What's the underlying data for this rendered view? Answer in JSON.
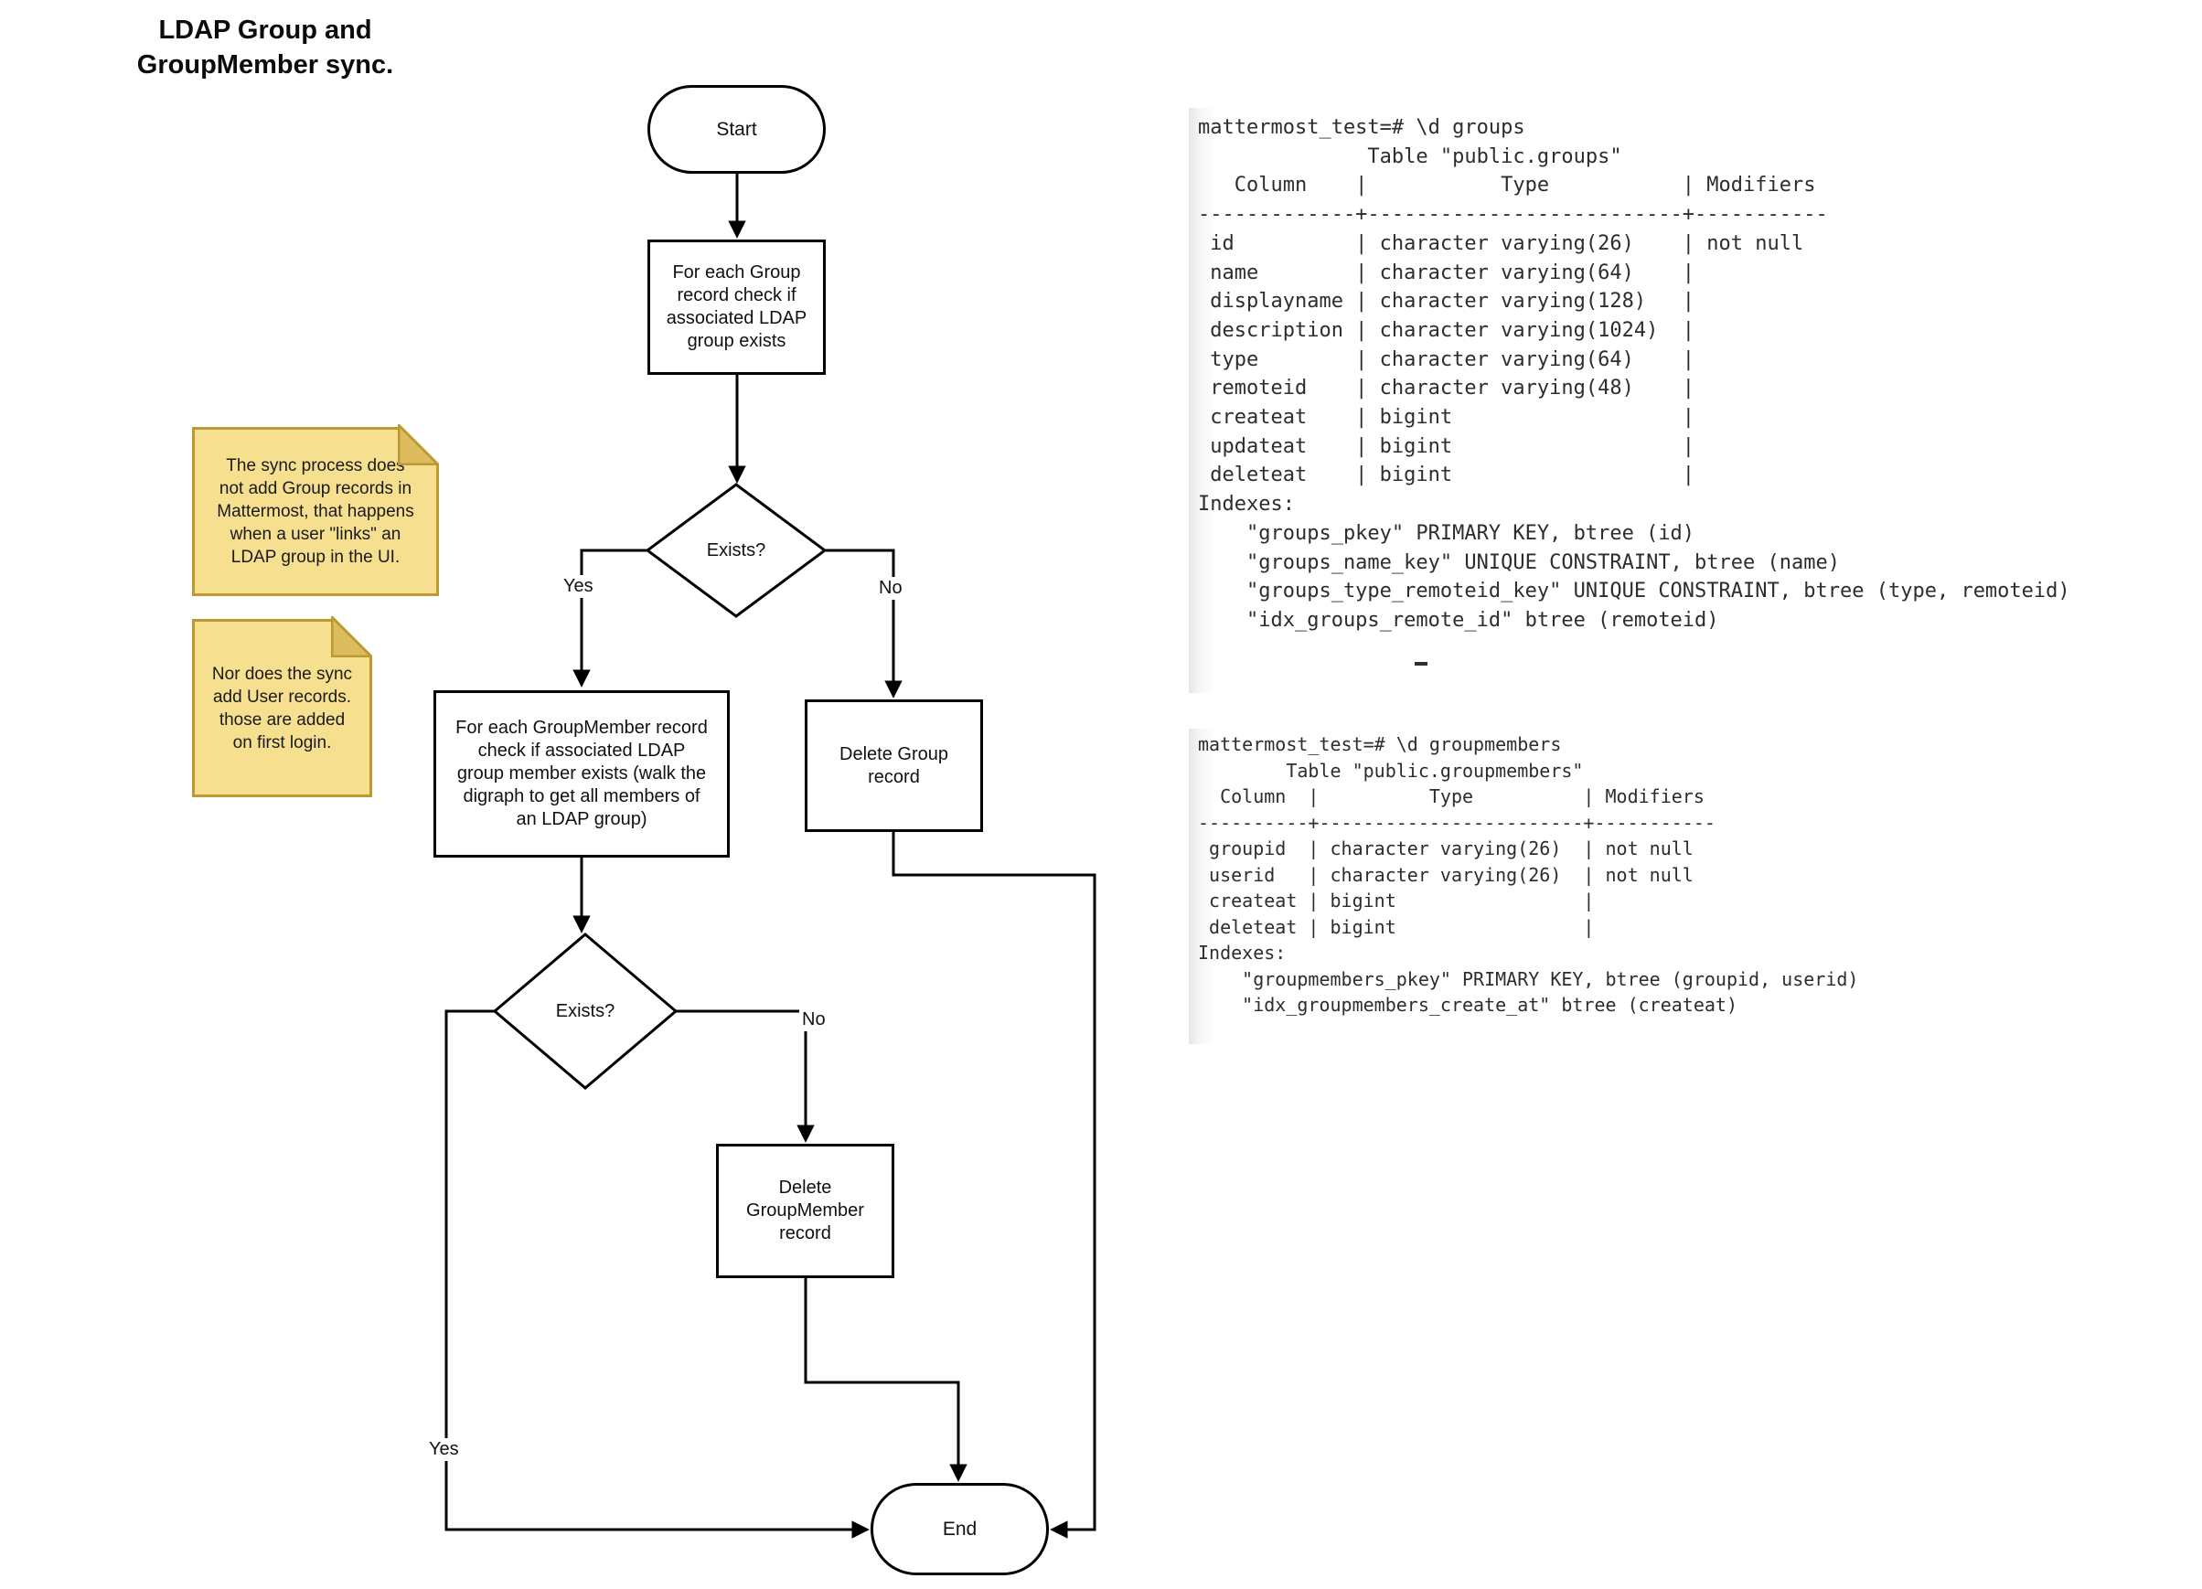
{
  "title": "LDAP Group and\nGroupMember sync.",
  "flowchart": {
    "start_label": "Start",
    "process_group_check": "For each Group\nrecord check if\nassociated LDAP\ngroup exists",
    "decision_group_exists": "Exists?",
    "decision_group_yes": "Yes",
    "decision_group_no": "No",
    "process_groupmember_check": "For each GroupMember record\ncheck if associated LDAP\ngroup member exists (walk the\ndigraph to get all members of\nan LDAP group)",
    "delete_group": "Delete Group\nrecord",
    "decision_groupmember_exists": "Exists?",
    "decision_groupmember_yes": "Yes",
    "decision_groupmember_no": "No",
    "delete_groupmember": "Delete\nGroupMember\nrecord",
    "end_label": "End"
  },
  "notes": [
    {
      "text": "The sync process does\nnot add Group records in\nMattermost, that happens\nwhen a user \"links\" an\nLDAP group in the UI."
    },
    {
      "text": "Nor does the sync\nadd User records.\nthose are added\non first login."
    }
  ],
  "terminals": [
    {
      "lines": [
        "mattermost_test=# \\d groups",
        "              Table \"public.groups\"",
        "   Column    |           Type           | Modifiers",
        "-------------+--------------------------+-----------",
        " id          | character varying(26)    | not null",
        " name        | character varying(64)    |",
        " displayname | character varying(128)   |",
        " description | character varying(1024)  |",
        " type        | character varying(64)    |",
        " remoteid    | character varying(48)    |",
        " createat    | bigint                   |",
        " updateat    | bigint                   |",
        " deleteat    | bigint                   |",
        "Indexes:",
        "    \"groups_pkey\" PRIMARY KEY, btree (id)",
        "    \"groups_name_key\" UNIQUE CONSTRAINT, btree (name)",
        "    \"groups_type_remoteid_key\" UNIQUE CONSTRAINT, btree (type, remoteid)",
        "    \"idx_groups_remote_id\" btree (remoteid)"
      ]
    },
    {
      "lines": [
        "mattermost_test=# \\d groupmembers",
        "        Table \"public.groupmembers\"",
        "  Column  |          Type          | Modifiers",
        "----------+------------------------+-----------",
        " groupid  | character varying(26)  | not null",
        " userid   | character varying(26)  | not null",
        " createat | bigint                 |",
        " deleteat | bigint                 |",
        "Indexes:",
        "    \"groupmembers_pkey\" PRIMARY KEY, btree (groupid, userid)",
        "    \"idx_groupmembers_create_at\" btree (createat)"
      ]
    }
  ],
  "colors": {
    "line": "#000000",
    "note_fill": "#F6DF8E",
    "note_border": "#BB9A33",
    "note_fold": "#DDBC5F",
    "terminal_text": "#2d2d2d",
    "terminal_edge": "#e6e6e6"
  }
}
